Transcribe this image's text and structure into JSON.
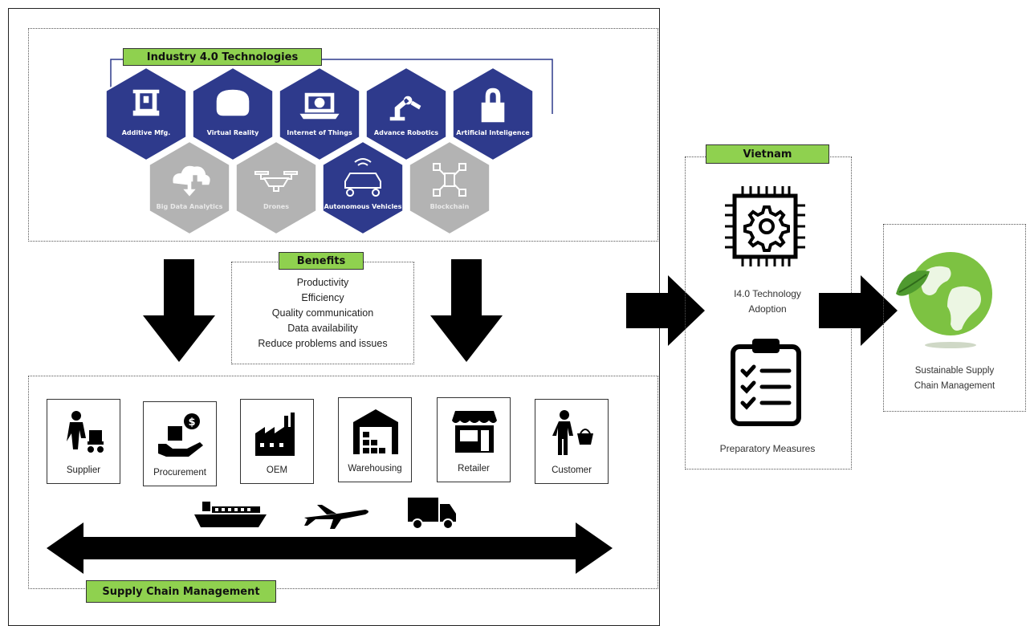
{
  "industry": {
    "title": "Industry 4.0 Technologies",
    "technologies": [
      {
        "label": "Additive Mfg.",
        "icon": "3d-printer-icon",
        "active": true
      },
      {
        "label": "Virtual Reality",
        "icon": "vr-headset-icon",
        "active": true
      },
      {
        "label": "Internet of Things",
        "icon": "laptop-globe-icon",
        "active": true
      },
      {
        "label": "Advance Robotics",
        "icon": "robot-arm-icon",
        "active": true
      },
      {
        "label": "Artificial Inteligence",
        "icon": "padlock-icon",
        "active": true
      },
      {
        "label": "Big Data Analytics",
        "icon": "cloud-download-icon",
        "active": false
      },
      {
        "label": "Drones",
        "icon": "drone-icon",
        "active": false
      },
      {
        "label": "Autonomous Vehicles",
        "icon": "connected-car-icon",
        "active": true
      },
      {
        "label": "Blockchain",
        "icon": "blockchain-icon",
        "active": false
      }
    ]
  },
  "benefits": {
    "title": "Benefits",
    "items": [
      "Productivity",
      "Efficiency",
      "Quality communication",
      "Data availability",
      "Reduce problems and issues"
    ]
  },
  "supply_chain": {
    "title": "Supply Chain Management",
    "stages": [
      {
        "label": "Supplier",
        "icon": "worker-handtruck-icon"
      },
      {
        "label": "Procurement",
        "icon": "hand-money-icon"
      },
      {
        "label": "OEM",
        "icon": "factory-icon"
      },
      {
        "label": "Warehousing",
        "icon": "warehouse-icon"
      },
      {
        "label": "Retailer",
        "icon": "storefront-icon"
      },
      {
        "label": "Customer",
        "icon": "shopper-basket-icon"
      }
    ],
    "transport_icons": [
      "cargo-ship-icon",
      "airplane-icon",
      "truck-icon"
    ]
  },
  "vietnam": {
    "title": "Vietnam",
    "adoption_line1": "I4.0 Technology",
    "adoption_line2": "Adoption",
    "measures": "Preparatory  Measures"
  },
  "sustainable": {
    "line1": "Sustainable  Supply",
    "line2": "Chain Management"
  },
  "colors": {
    "hex_active": "#2e3a8c",
    "hex_inactive": "#b3b3b3",
    "tag_green": "#8fd14f",
    "arrow": "#000000"
  }
}
